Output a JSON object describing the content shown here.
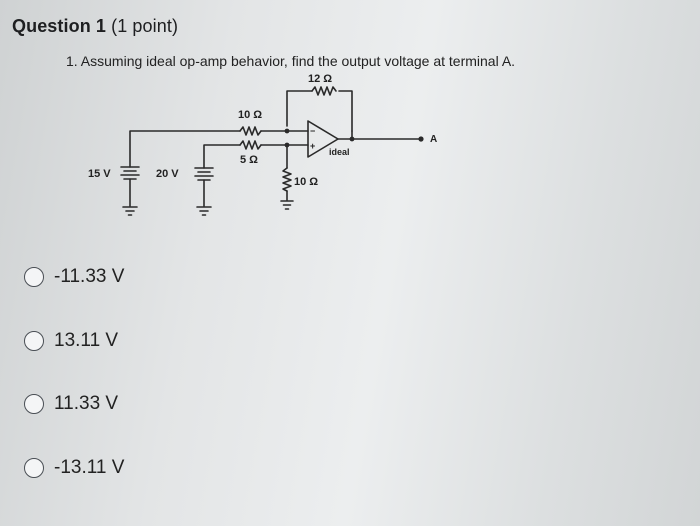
{
  "question": {
    "title_bold": "Question 1",
    "title_points": "(1 point)",
    "prompt": "1.  Assuming ideal op-amp behavior, find the output voltage at terminal A."
  },
  "circuit": {
    "r_feedback": "12 Ω",
    "r_top": "10 Ω",
    "r_mid": "5 Ω",
    "r_ground": "10 Ω",
    "opamp_label": "ideal",
    "output_terminal": "A",
    "source_left": "15 V",
    "source_right": "20 V",
    "plus_sign": "+",
    "minus_sign": "−"
  },
  "options": [
    {
      "label": "-11.33 V",
      "selected": false
    },
    {
      "label": "13.11 V",
      "selected": false
    },
    {
      "label": "11.33 V",
      "selected": false
    },
    {
      "label": "-13.11 V",
      "selected": false
    }
  ]
}
